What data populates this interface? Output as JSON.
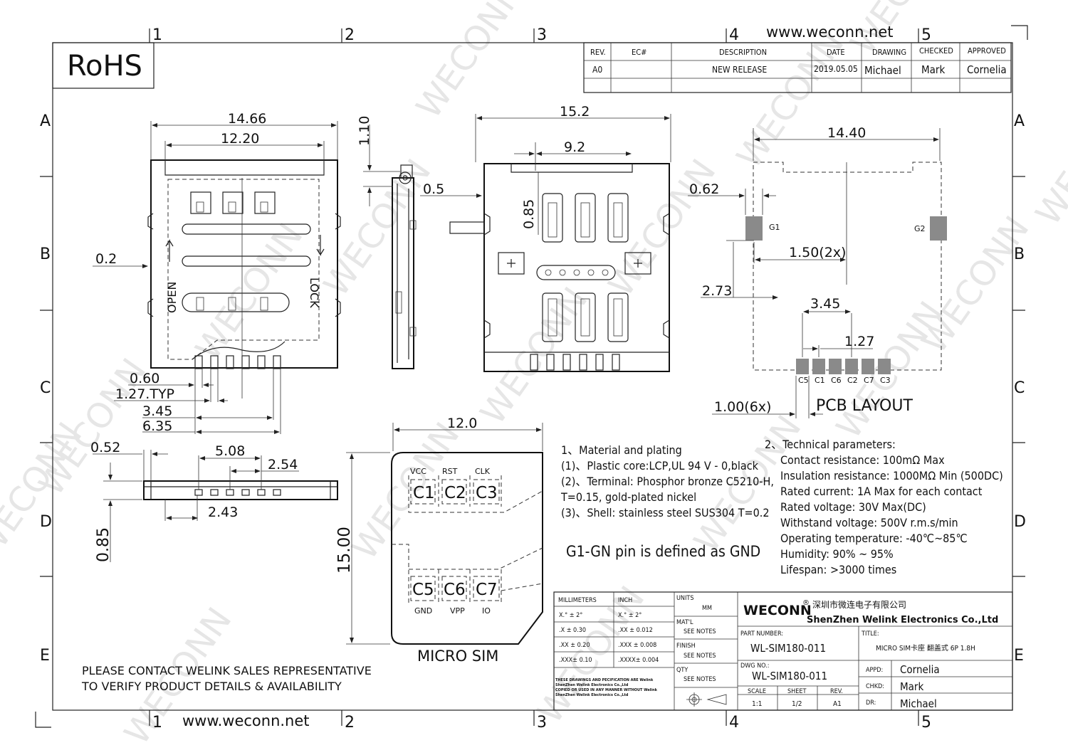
{
  "website": "www.weconn.net",
  "rohs": "RoHS",
  "zones_top": [
    "1",
    "2",
    "3",
    "4",
    "5"
  ],
  "zones_side": [
    "A",
    "B",
    "C",
    "D",
    "E"
  ],
  "watermark": "WECONN",
  "revision_table": {
    "headers": [
      "REV.",
      "EC#",
      "DESCRIPTION",
      "DATE",
      "DRAWING",
      "CHECKED",
      "APPROVED"
    ],
    "row": [
      "A0",
      "",
      "NEW RELEASE",
      "2019.05.05",
      "Michael",
      "Mark",
      "Cornelia"
    ]
  },
  "top_view": {
    "dims": [
      "14.66",
      "12.20",
      "0.2",
      "0.60",
      "1.27.TYP",
      "3.45",
      "6.35"
    ],
    "labels": {
      "open": "OPEN",
      "lock": "LOCK"
    }
  },
  "side_view": {
    "dims": [
      "1.10",
      "0.5"
    ]
  },
  "bottom_view": {
    "dims": [
      "15.2",
      "9.2",
      "0.85"
    ]
  },
  "front_view": {
    "dims": [
      "0.52",
      "5.08",
      "2.54",
      "2.43",
      "0.85"
    ]
  },
  "pcb_layout": {
    "title": "PCB LAYOUT",
    "dims": [
      "14.40",
      "0.62",
      "1.50(2x)",
      "2.73",
      "3.45",
      "1.27",
      "1.00(6x)"
    ],
    "ground_labels": [
      "G1",
      "G2"
    ],
    "pad_labels": [
      "C5",
      "C1",
      "C6",
      "C2",
      "C7",
      "C3"
    ]
  },
  "micro_sim": {
    "title": "MICRO SIM",
    "width": "12.0",
    "height": "15.00",
    "top_signals": [
      "VCC",
      "RST",
      "CLK"
    ],
    "top_contacts": [
      "C1",
      "C2",
      "C3"
    ],
    "bottom_contacts": [
      "C5",
      "C6",
      "C7"
    ],
    "bottom_signals": [
      "GND",
      "VPP",
      "IO"
    ]
  },
  "notes": {
    "material_title": "1、Material and plating",
    "material": [
      "(1)、Plastic core:LCP,UL 94 V - 0,black",
      "(2)、Terminal: Phosphor bronze C5210-H,",
      "T=0.15, gold-plated nickel",
      "(3)、Shell: stainless steel SUS304 T=0.2"
    ],
    "gnd_note": "G1-GN pin is defined as GND",
    "tech_title": "2、Technical parameters:",
    "tech": [
      "Contact resistance: 100mΩ Max",
      "Insulation resistance: 1000MΩ Min (500DC)",
      "Rated current: 1A Max for each contact",
      "Rated voltage: 30V Max(DC)",
      "Withstand voltage: 500V r.m.s/min",
      "Operating temperature: -40℃~85℃",
      "Humidity: 90% ~ 95%",
      "Lifespan: >3000 times"
    ]
  },
  "contact_notice": [
    "PLEASE CONTACT WELINK SALES REPRESENTATIVE",
    "TO VERIFY PRODUCT DETAILS & AVAILABILITY"
  ],
  "title_block": {
    "tol_headers": [
      "MILLIMETERS",
      "INCH"
    ],
    "tol_mm": [
      "X.° ± 2°",
      ".X ± 0.30",
      ".XX ± 0.20",
      ".XXX± 0.10"
    ],
    "tol_inch": [
      "X.° ± 2°",
      ".XX ± 0.012",
      ".XXX ± 0.008",
      ".XXXX± 0.004"
    ],
    "units_label": "UNITS",
    "units": "MM",
    "matl_label": "MAT'L",
    "matl": "SEE NOTES",
    "finish_label": "FINISH",
    "finish": "SEE NOTES",
    "qty_label": "QTY",
    "qty": "SEE NOTES",
    "disclaimer": [
      "THESE DRAWINGS AND PECIFICATION ARE Welink",
      "ShenZhen Welink Electronics Co.,Ltd",
      "COPIED OR USED IN ANY MANNER WITHOUT Welink",
      "ShenZhen Welink Electronics Co.,Ltd"
    ],
    "logo": "WECONN",
    "reg": "®",
    "company_cn": "深圳市微连电子有限公司",
    "company_en": "ShenZhen Welink Electronics Co.,Ltd",
    "part_number_label": "PART NUMBER:",
    "part_number": "WL-SIM180-011",
    "title_label": "TITLE:",
    "title": "MICRO SIM卡座 翻盖式 6P 1.8H",
    "dwg_no_label": "DWG NO.:",
    "dwg_no": "WL-SIM180-011",
    "scale_label": "SCALE",
    "scale": "1:1",
    "sheet_label": "SHEET",
    "sheet": "1/2",
    "rev_label": "REV.",
    "rev": "A1",
    "appd_label": "APPD:",
    "appd": "Cornelia",
    "chkd_label": "CHKD:",
    "chkd": "Mark",
    "dr_label": "DR:",
    "dr": "Michael"
  }
}
